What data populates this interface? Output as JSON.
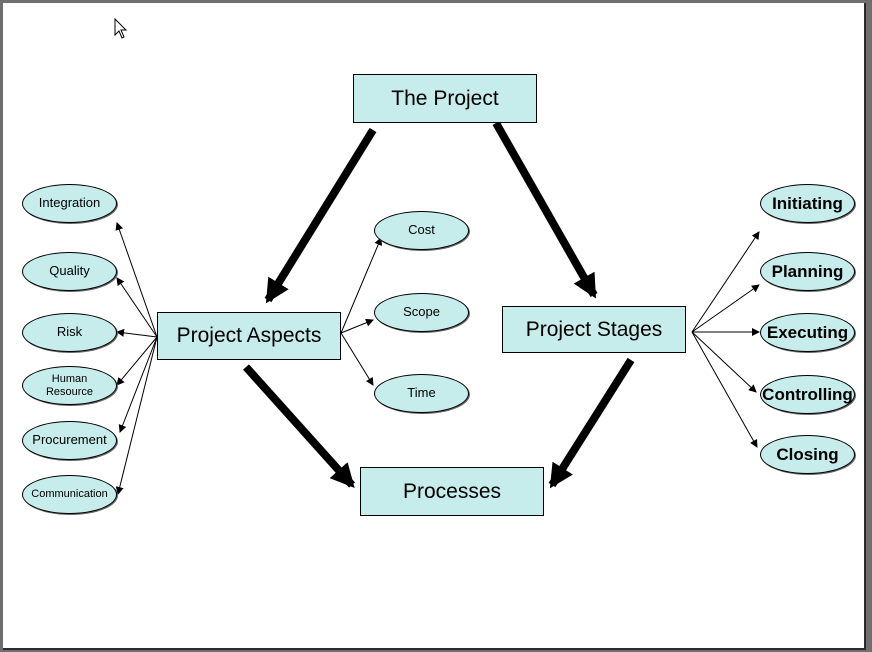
{
  "diagram": {
    "top_box": "The Project",
    "left_box": "Project Aspects",
    "right_box": "Project Stages",
    "bottom_box": "Processes",
    "aspects": [
      "Integration",
      "Quality",
      "Risk",
      "Human Resource",
      "Procurement",
      "Communication"
    ],
    "core_aspects": [
      "Cost",
      "Scope",
      "Time"
    ],
    "stages": [
      "Initiating",
      "Planning",
      "Executing",
      "Controlling",
      "Closing"
    ]
  },
  "colors": {
    "box_fill": "#c6eceb",
    "stroke": "#000000",
    "background": "#ffffff"
  },
  "icons": {
    "pointer": "arrow-cursor-icon"
  }
}
